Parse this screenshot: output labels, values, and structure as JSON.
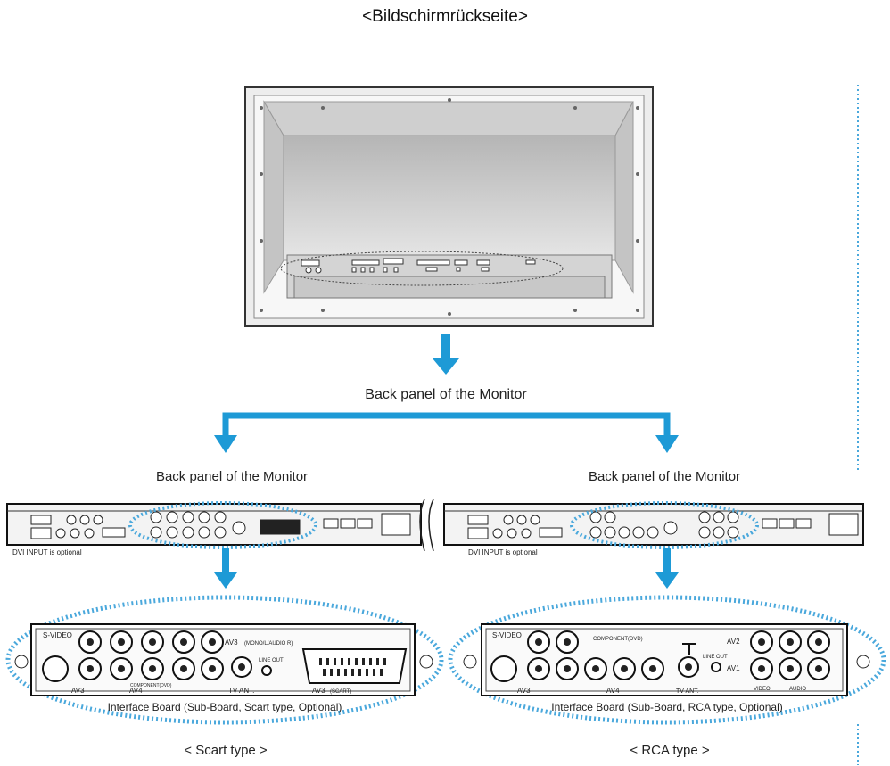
{
  "header": {
    "title": "<Bildschirmrückseite>"
  },
  "monitor": {
    "label": "Back panel of the Monitor"
  },
  "left": {
    "panel_label": "Back panel of the Monitor",
    "dvi_note": "DVI INPUT is optional",
    "board_caption": "Interface Board (Sub-Board, Scart type, Optional)",
    "type_label": "< Scart type >",
    "ports": {
      "svideo": "S-VIDEO",
      "av3": "AV3",
      "av4": "AV4",
      "av3_tag": "AV3",
      "av5": "AV3",
      "tvant": "TV ANT.",
      "lineout": "LINE OUT",
      "scart": "(SCART)",
      "component": "COMPONENT(DVD)",
      "audio": "(MONO/L/AUDIO R)"
    }
  },
  "right": {
    "panel_label": "Back panel of the Monitor",
    "dvi_note": "DVI INPUT is optional",
    "board_caption": "Interface Board (Sub-Board, RCA type, Optional)",
    "type_label": "< RCA type >",
    "ports": {
      "svideo": "S-VIDEO",
      "component": "COMPONENT(DVD)",
      "av2": "AV2",
      "av1": "AV1",
      "av3": "AV3",
      "av4": "AV4",
      "tvant": "TV ANT.",
      "lineout": "LINE OUT",
      "video": "VIDEO",
      "audio": "AUDIO"
    }
  },
  "colors": {
    "accent": "#1e9ad6",
    "dotted": "#4aa8dc",
    "line": "#222222",
    "panel": "#d8d8d8"
  }
}
